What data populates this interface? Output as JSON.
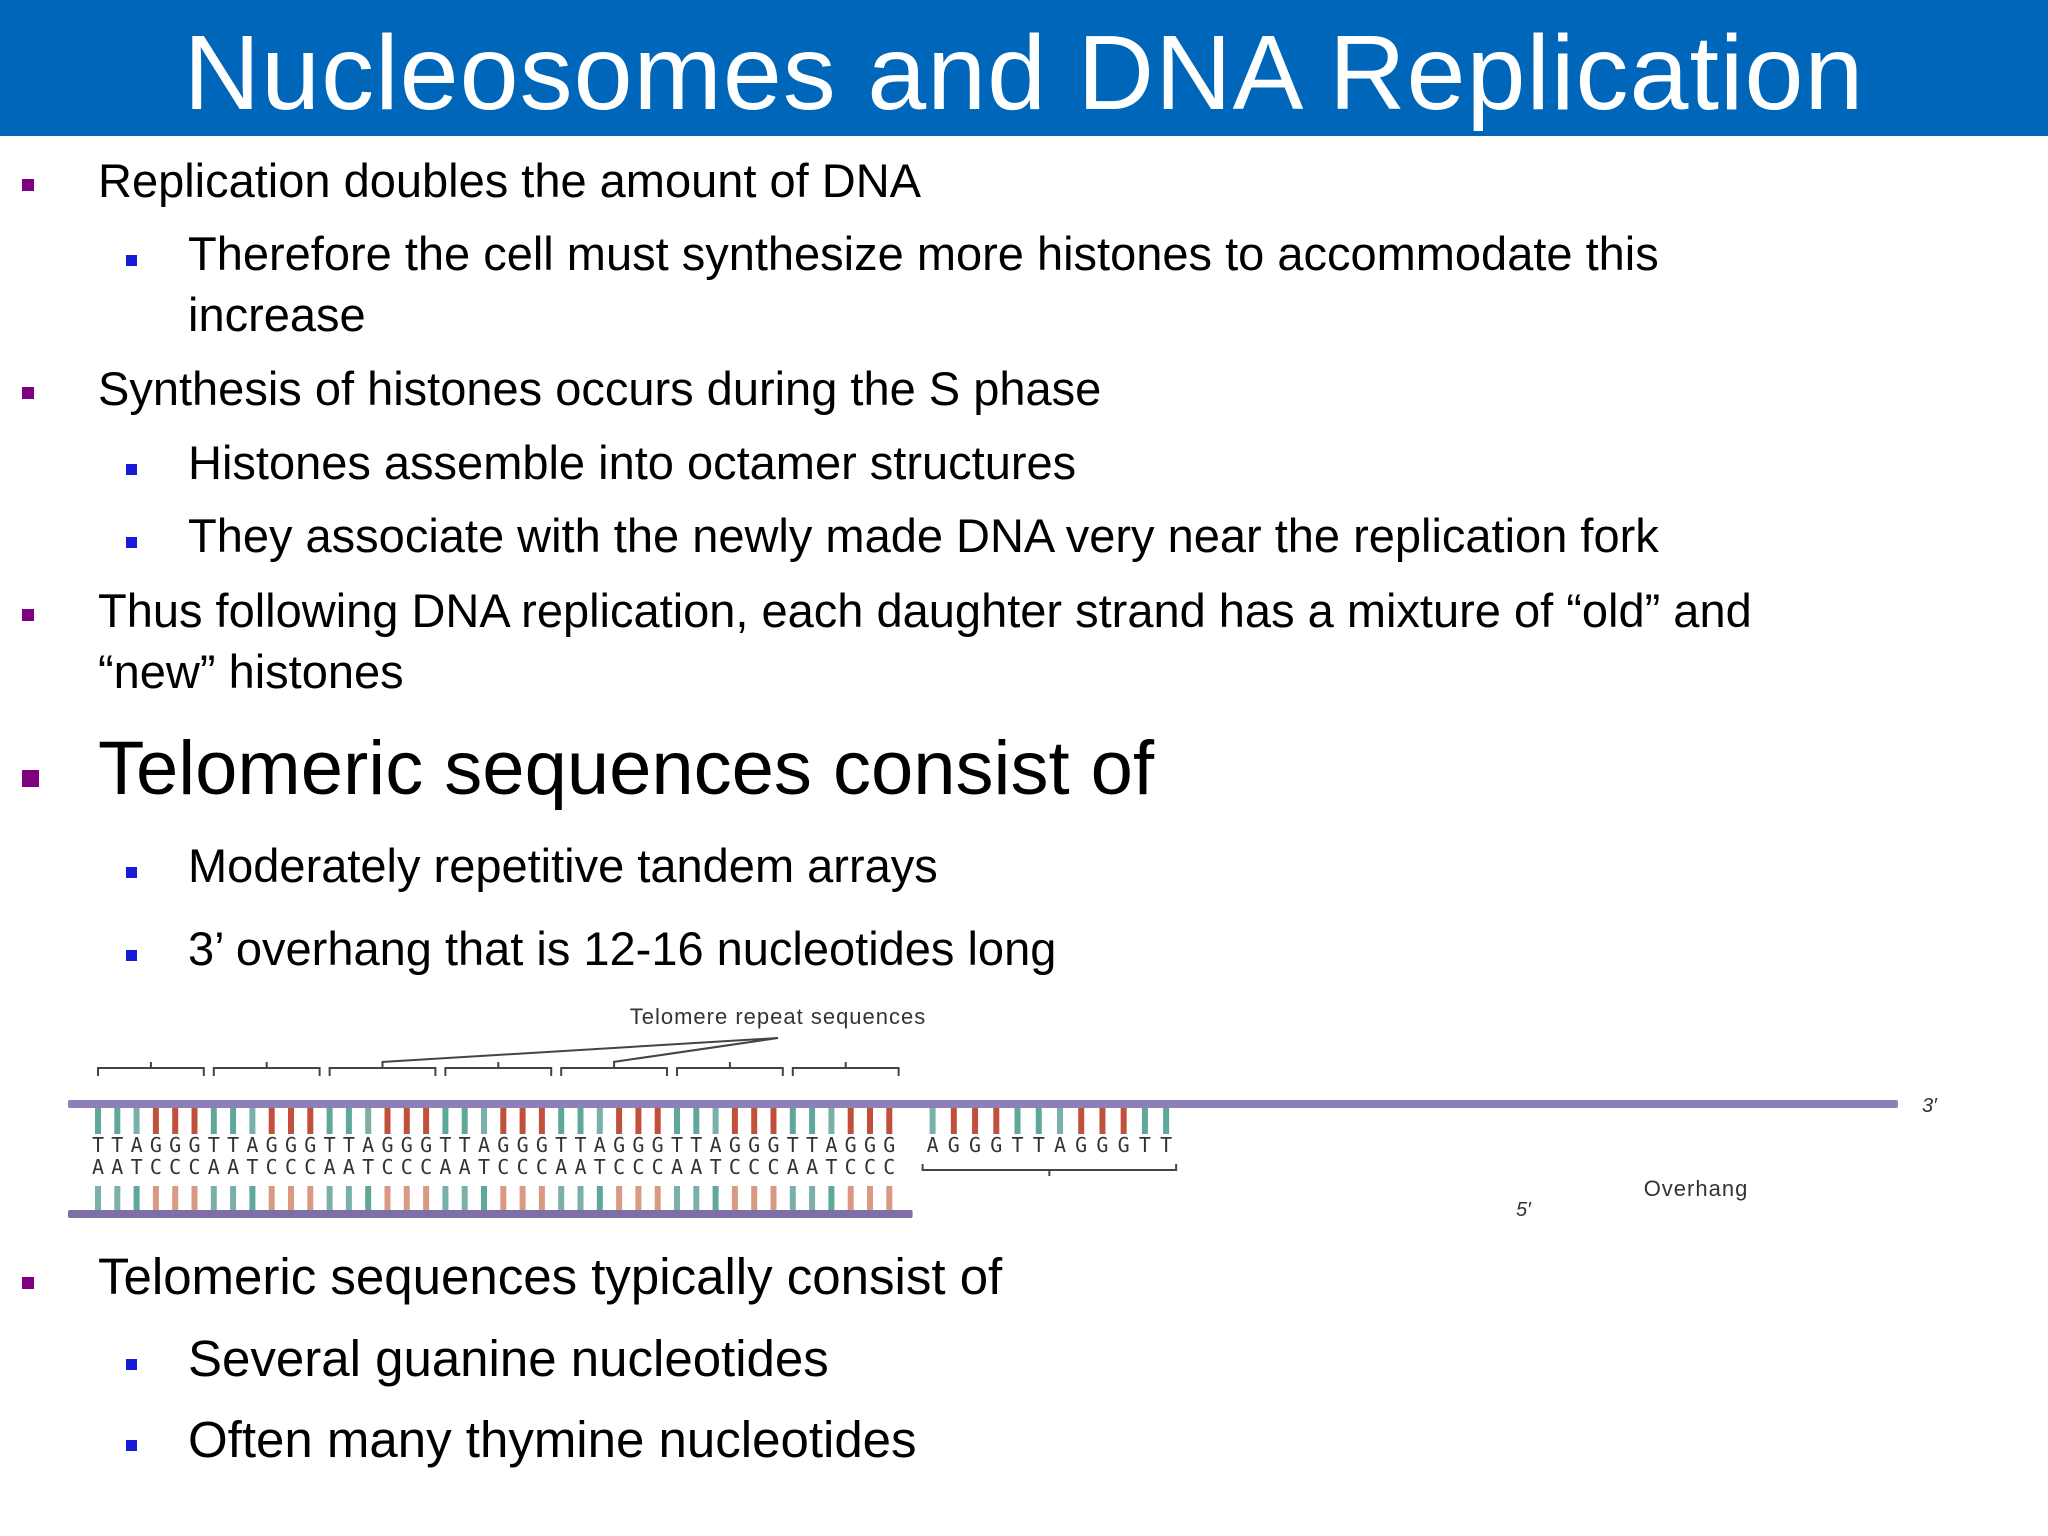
{
  "title": "Nucleosomes and DNA Replication",
  "bullets": {
    "b1": "Replication doubles the amount of DNA",
    "b1_1_line1": "Therefore the cell must synthesize more histones to accommodate this",
    "b1_1_line2": "increase",
    "b2": "Synthesis of histones occurs during the S phase",
    "b2_1": "Histones assemble into octamer structures",
    "b2_2": "They associate with the newly made DNA very near the replication fork",
    "b3_line1": "Thus following DNA replication, each daughter strand has a mixture of “old” and",
    "b3_line2": "“new” histones",
    "b4": "Telomeric sequences consist of",
    "b4_1": "Moderately repetitive tandem arrays",
    "b4_2": "3’ overhang that is 12-16 nucleotides long",
    "b5": "Telomeric sequences typically consist of",
    "b5_1": "Several guanine nucleotides",
    "b5_2": "Often many thymine nucleotides"
  },
  "figure": {
    "label_repeats": "Telomere repeat sequences",
    "label_overhang": "Overhang",
    "label_3prime": "3′",
    "label_5prime": "5′",
    "top_repeat": [
      "T",
      "T",
      "A",
      "G",
      "G",
      "G"
    ],
    "bottom_repeat": [
      "A",
      "A",
      "T",
      "C",
      "C",
      "C"
    ],
    "overhang_seq": [
      "A",
      "G",
      "G",
      "G",
      "T",
      "T",
      "A",
      "G",
      "G",
      "G",
      "T",
      "T"
    ],
    "colors": {
      "top_strand": "#8f7fb8",
      "bottom_strand": "#7f6fa8",
      "rung_t": "#5ea89a",
      "rung_g": "#c0503c",
      "rung_a": "#7ab0a8",
      "rung_c": "#d89a80"
    }
  }
}
